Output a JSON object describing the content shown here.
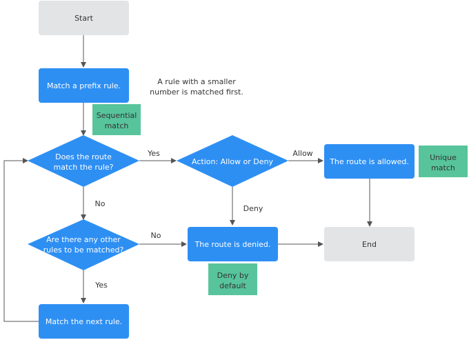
{
  "colors": {
    "process": "#2e8ff3",
    "terminal": "#e2e4e6",
    "tag": "#58c49b",
    "line": "#555555",
    "text_dark": "#333333",
    "text_light": "#ffffff"
  },
  "nodes": {
    "start": "Start",
    "match_prefix": "Match a prefix rule.",
    "does_match": [
      "Does the route",
      "match the rule?"
    ],
    "action": "Action: Allow or Deny",
    "allowed": "The route is allowed.",
    "other_rules": [
      "Are there any other",
      "rules to be matched?"
    ],
    "denied": "The route is denied.",
    "end": "End",
    "match_next": "Match the next rule."
  },
  "tags": {
    "sequential": [
      "Sequential",
      "match"
    ],
    "unique": [
      "Unique",
      "match"
    ],
    "deny_default": [
      "Deny by",
      "default"
    ]
  },
  "note": [
    "A rule with a smaller",
    "number is matched first."
  ],
  "edge_labels": {
    "yes_match": "Yes",
    "allow": "Allow",
    "no_match": "No",
    "deny": "Deny",
    "no_other": "No",
    "yes_other": "Yes"
  }
}
